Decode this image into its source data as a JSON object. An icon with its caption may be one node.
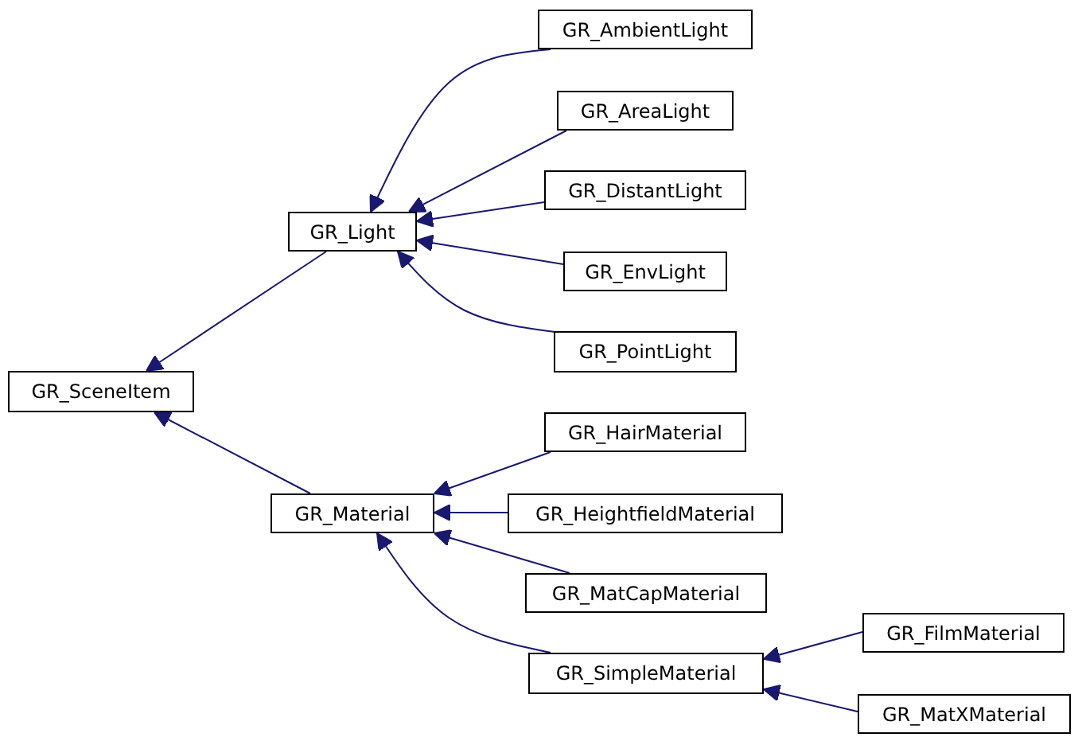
{
  "diagram": {
    "nodes": [
      {
        "text": [
          "GR_SceneItem"
        ]
      },
      {
        "text": [
          "GR_Light"
        ]
      },
      {
        "text": [
          "GR_Material"
        ]
      },
      {
        "text": [
          "GR_AmbientLight"
        ]
      },
      {
        "text": [
          "GR_AreaLight"
        ]
      },
      {
        "text": [
          "GR_DistantLight"
        ]
      },
      {
        "text": [
          "GR_EnvLight"
        ]
      },
      {
        "text": [
          "GR_PointLight"
        ]
      },
      {
        "text": [
          "GR_HairMaterial"
        ]
      },
      {
        "text": [
          "GR_HeightfieldMaterial"
        ]
      },
      {
        "text": [
          "GR_MatCapMaterial"
        ]
      },
      {
        "text": [
          "GR_SimpleMaterial"
        ]
      },
      {
        "text": [
          "GR_FilmMaterial"
        ]
      },
      {
        "text": [
          "GR_MatXMaterial"
        ]
      }
    ],
    "edges": [
      {
        "from": 1,
        "to": 0,
        "arrow": "to"
      },
      {
        "from": 2,
        "to": 0,
        "arrow": "to"
      },
      {
        "from": 3,
        "to": 1,
        "arrow": "to"
      },
      {
        "from": 4,
        "to": 1,
        "arrow": "to"
      },
      {
        "from": 5,
        "to": 1,
        "arrow": "to"
      },
      {
        "from": 6,
        "to": 1,
        "arrow": "to"
      },
      {
        "from": 7,
        "to": 1,
        "arrow": "to"
      },
      {
        "from": 8,
        "to": 2,
        "arrow": "to"
      },
      {
        "from": 9,
        "to": 2,
        "arrow": "to"
      },
      {
        "from": 10,
        "to": 2,
        "arrow": "to"
      },
      {
        "from": 11,
        "to": 2,
        "arrow": "to"
      },
      {
        "from": 12,
        "to": 11,
        "arrow": "to"
      },
      {
        "from": 13,
        "to": 11,
        "arrow": "to"
      }
    ]
  }
}
